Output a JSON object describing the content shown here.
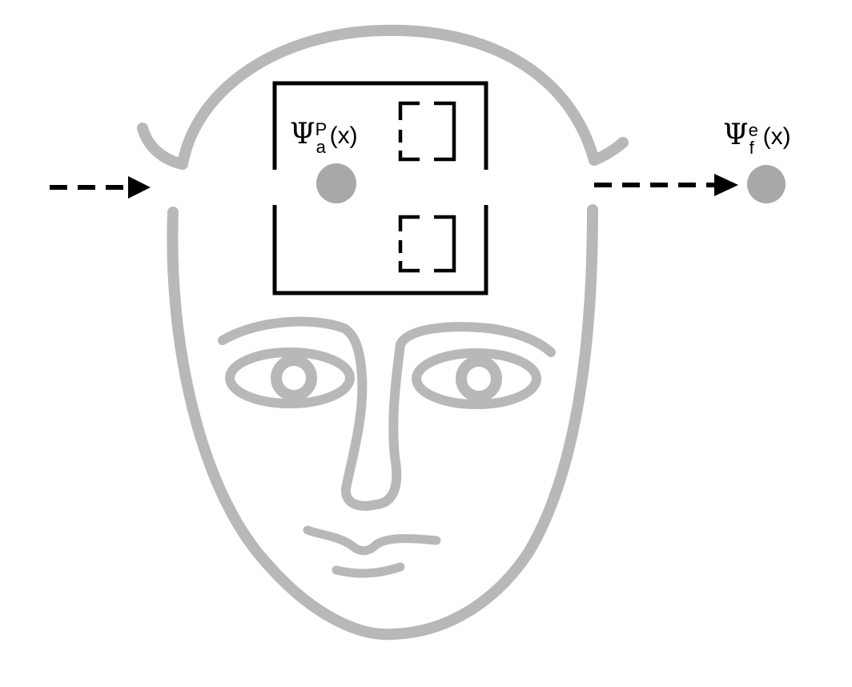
{
  "diagram": {
    "psi_symbol": "Ψ",
    "inner_state": {
      "superscript": "P",
      "subscript": "a",
      "argument": "(x)"
    },
    "outer_state": {
      "superscript": "e",
      "subscript": "f",
      "argument": "(x)"
    },
    "colors": {
      "ink": "#000000",
      "face": "#b8b8b8",
      "dot": "#a8a8a8"
    }
  }
}
